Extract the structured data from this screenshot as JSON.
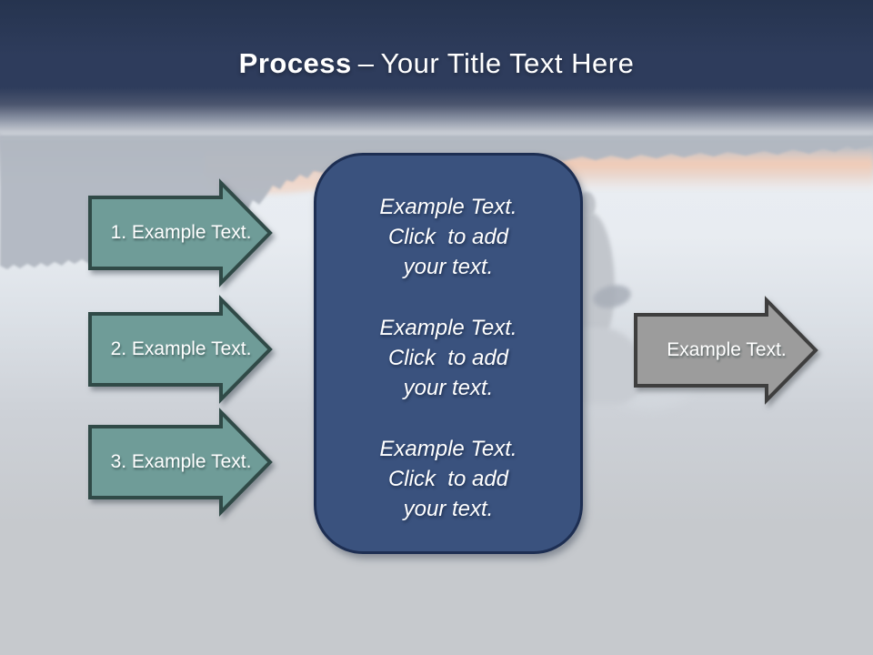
{
  "title": {
    "keyword": "Process",
    "separator": "–",
    "rest": "Your Title Text Here"
  },
  "left_arrows": [
    {
      "label": "1. Example Text."
    },
    {
      "label": "2. Example Text."
    },
    {
      "label": "3. Example Text."
    }
  ],
  "center_box": {
    "paragraphs": [
      {
        "lines": [
          "Example Text.",
          "Click  to add",
          "your text."
        ]
      },
      {
        "lines": [
          "Example Text.",
          "Click  to add",
          "your text."
        ]
      },
      {
        "lines": [
          "Example Text.",
          "Click  to add",
          "your text."
        ]
      }
    ]
  },
  "right_arrow": {
    "label": "Example Text."
  },
  "colors": {
    "header_navy": "#2E3C5C",
    "teal_fill": "#6F9C98",
    "teal_border": "#304A47",
    "box_fill": "#3A527E",
    "box_border": "#1D2E52",
    "gray_fill": "#9C9C9C",
    "gray_border": "#3E3E3E",
    "title_text": "#FFFFFF",
    "sunset_pink": "#F4CBB4"
  }
}
